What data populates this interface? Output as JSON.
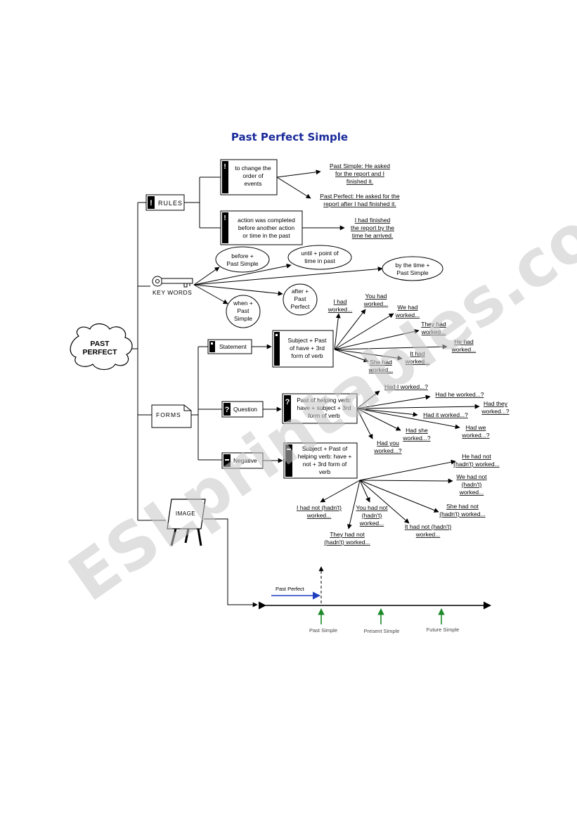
{
  "title": "Past Perfect Simple",
  "root": "PAST PERFECT",
  "watermark": "ESLprintables.com",
  "rules": {
    "label": "RULES",
    "rule1": {
      "lines": [
        "to change the",
        "order of",
        "events"
      ]
    },
    "rule1_examples": [
      {
        "lines": [
          "Past Simple: He asked",
          "for the report and I",
          "finished it."
        ]
      },
      {
        "lines": [
          "Past Perfect: He asked for the",
          "report after I had finished it."
        ]
      }
    ],
    "rule2": {
      "lines": [
        "action was completed",
        "before another action",
        "or time in the past"
      ]
    },
    "rule2_example": {
      "lines": [
        "I had finished",
        "the report by the",
        "time he arrived."
      ]
    }
  },
  "keywords": {
    "label": "KEY WORDS",
    "items": [
      {
        "lines": [
          "before +",
          "Past Simple"
        ]
      },
      {
        "lines": [
          "until + point of",
          "time in past"
        ]
      },
      {
        "lines": [
          "by the time +",
          "Past Simple"
        ]
      },
      {
        "lines": [
          "after +",
          "Past",
          "Perfect"
        ]
      },
      {
        "lines": [
          "when +",
          "Past",
          "Simple"
        ]
      }
    ]
  },
  "forms": {
    "label": "FORMS",
    "statement": {
      "label": "Statement",
      "rule": [
        "Subject + Past",
        "of have + 3rd",
        "form of verb"
      ],
      "examples": [
        [
          "I had",
          "worked..."
        ],
        [
          "You had",
          "worked..."
        ],
        [
          "We had",
          "worked..."
        ],
        [
          "They had",
          "worked..."
        ],
        [
          "He had",
          "worked..."
        ],
        [
          "It had",
          "worked..."
        ],
        [
          "She had",
          "worked..."
        ]
      ]
    },
    "question": {
      "label": "Question",
      "rule": [
        "Past of helping verb:",
        "have + subject + 3rd",
        "form of verb"
      ],
      "examples": [
        [
          "Had I worked...?"
        ],
        [
          "Had he worked...?"
        ],
        [
          "Had they",
          "worked...?"
        ],
        [
          "Had it worked...?"
        ],
        [
          "Had we",
          "worked...?"
        ],
        [
          "Had she",
          "worked...?"
        ],
        [
          "Had you",
          "worked...?"
        ]
      ]
    },
    "negative": {
      "label": "Negative",
      "rule": [
        "Subject + Past of",
        "helping verb: have +",
        "not + 3rd form of",
        "verb"
      ],
      "examples": [
        [
          "He had not",
          "(hadn't) worked..."
        ],
        [
          "We had not",
          "(hadn't)",
          "worked..."
        ],
        [
          "She had not",
          "(hadn't) worked..."
        ],
        [
          "It had not (hadn't)",
          "worked..."
        ],
        [
          "You had not",
          "(hadn't)",
          "worked..."
        ],
        [
          "They had not",
          "(hadn't) worked..."
        ],
        [
          "I had not (hadn't)",
          "worked..."
        ]
      ]
    }
  },
  "image": {
    "label": "IMAGE",
    "timeline": {
      "arrow_label": "Past Perfect",
      "points": [
        "Past Simple",
        "Present Simple",
        "Future Simple"
      ],
      "colors": {
        "past_perfect": "#1f3fbf",
        "points": "#1d8a2a"
      }
    }
  },
  "colors": {
    "title": "#1a2a9a",
    "watermark": "#c8c8c8"
  }
}
